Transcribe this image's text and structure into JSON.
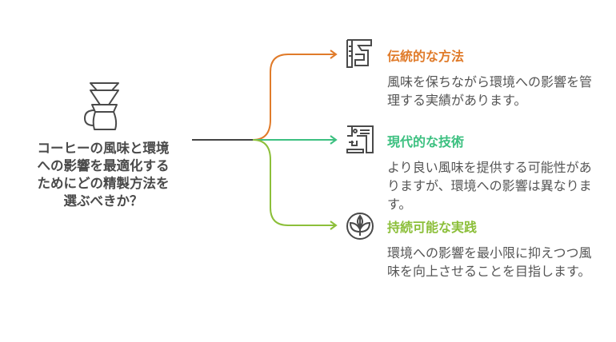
{
  "question": {
    "lines": [
      "コーヒーの風味と環境",
      "への影響を最適化する",
      "ためにどの精製方法を",
      "選ぶべきか？"
    ]
  },
  "colors": {
    "trunk": "#444444",
    "traditional": "#e07b2a",
    "modern": "#3cc080",
    "sustainable": "#8cbf3a",
    "icon": "#4a4a4a",
    "text": "#555555"
  },
  "branches": [
    {
      "title": "伝統的な方法",
      "icon": "drip-coffee-maker-icon",
      "description": "風味を保ちながら環境への影響を管理する実績があります。"
    },
    {
      "title": "現代的な技術",
      "icon": "espresso-machine-icon",
      "description": "より良い風味を提供する可能性がありますが、環境への影響は異なります。"
    },
    {
      "title": "持続可能な実践",
      "icon": "leaf-plant-icon",
      "description": "環境への影響を最小限に抑えつつ風味を向上させることを目指します。"
    }
  ]
}
